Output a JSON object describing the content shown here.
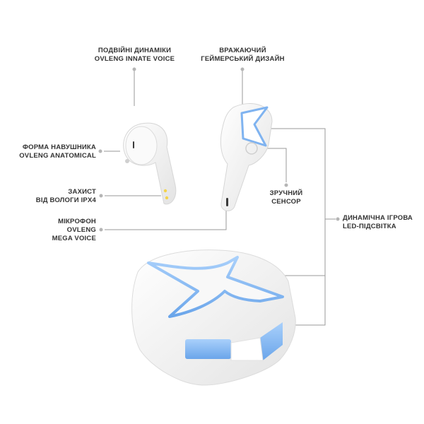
{
  "labels": {
    "dual_drivers": [
      "ПОДВІЙНІ ДИНАМІКИ",
      "OVLENG INNATE VOICE"
    ],
    "gaming_design": [
      "ВРАЖАЮЧИЙ",
      "ГЕЙМЕРСЬКИЙ ДИЗАЙН"
    ],
    "earbud_shape": [
      "ФОРМА НАВУШНИКА",
      "OVLENG ANATOMICAL"
    ],
    "moisture": [
      "ЗАХИСТ",
      "ВІД ВОЛОГИ IPX4"
    ],
    "microphone": [
      "МІКРОФОН",
      "OVLENG",
      "MEGA VOICE"
    ],
    "sensor": [
      "ЗРУЧНИЙ",
      "СЕНСОР"
    ],
    "led": [
      "ДИНАМІЧНА ІГРОВА",
      "LED-ПІДСВІТКА"
    ]
  },
  "colors": {
    "text": "#333333",
    "line": "#9a9a9a",
    "led": "#7fb3f0",
    "body": "#f2f2f2"
  }
}
